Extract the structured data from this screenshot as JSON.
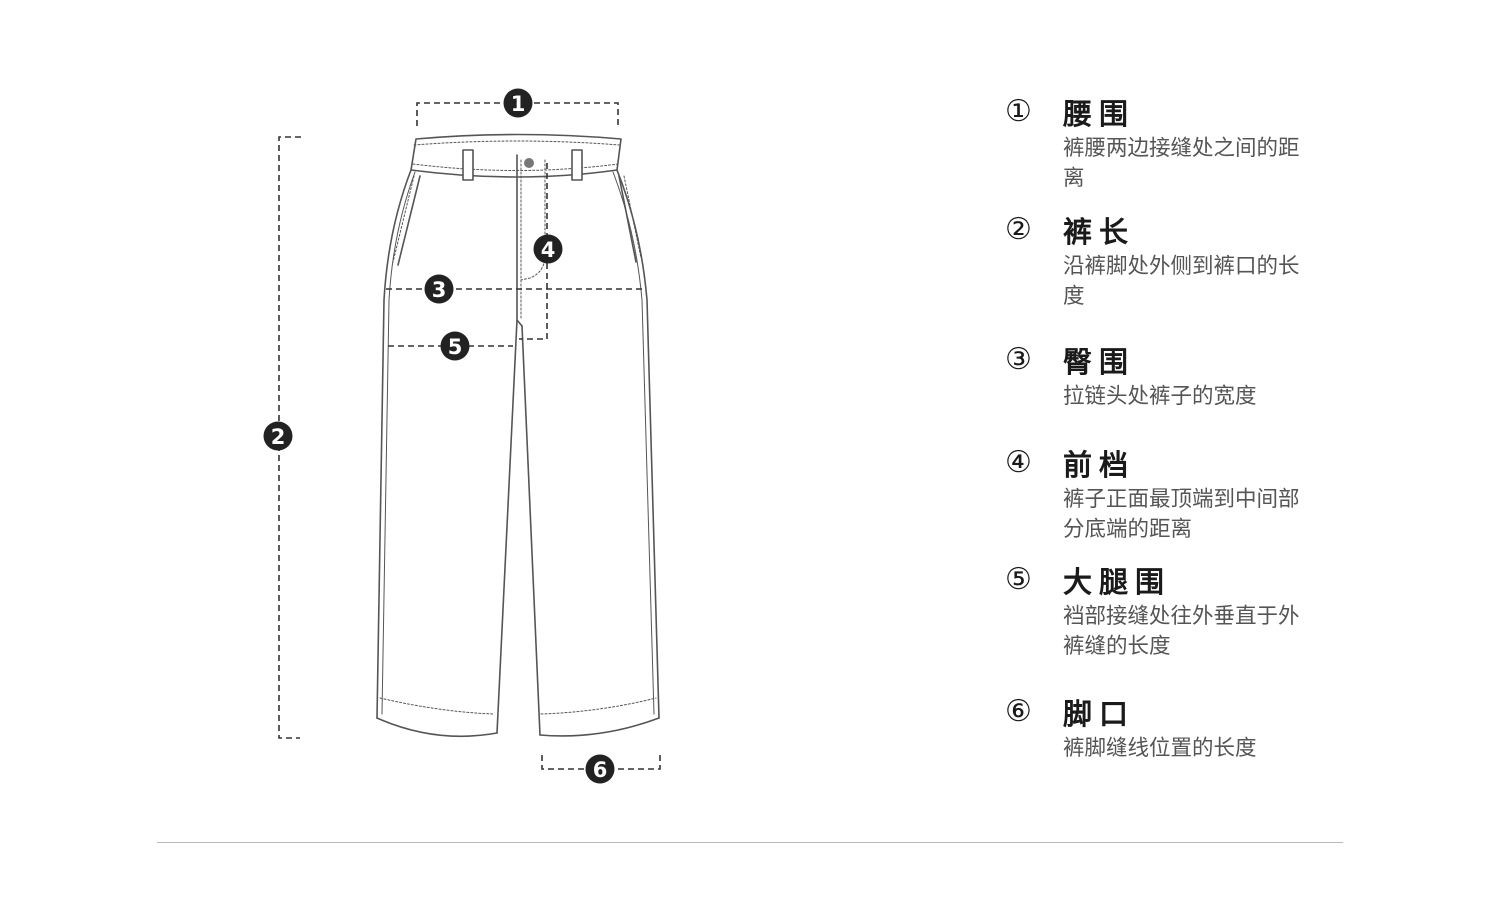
{
  "diagram": {
    "markers": [
      "1",
      "2",
      "3",
      "4",
      "5",
      "6"
    ]
  },
  "legend": [
    {
      "num": "①",
      "title": "腰围",
      "desc": "裤腰两边接缝处之间的距离"
    },
    {
      "num": "②",
      "title": "裤长",
      "desc": "沿裤脚处外侧到裤口的长度"
    },
    {
      "num": "③",
      "title": "臀围",
      "desc": "拉链头处裤子的宽度"
    },
    {
      "num": "④",
      "title": "前档",
      "desc": "裤子正面最顶端到中间部分底端的距离"
    },
    {
      "num": "⑤",
      "title": "大腿围",
      "desc": "裆部接缝处往外垂直于外裤缝的长度"
    },
    {
      "num": "⑥",
      "title": "脚口",
      "desc": "裤脚缝线位置的长度"
    }
  ],
  "colors": {
    "line": "#555555",
    "marker": "#222222",
    "text": "#1a1a1a",
    "desc": "#555555",
    "rule": "#b9b9b9"
  }
}
